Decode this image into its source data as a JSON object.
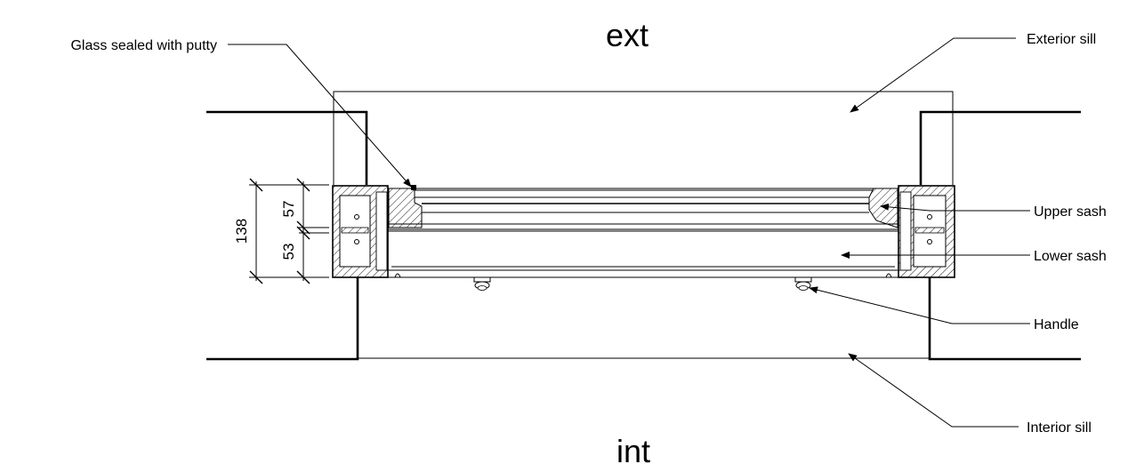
{
  "drawing": {
    "side_top": "ext",
    "side_bottom": "int",
    "labels": {
      "glass": "Glass sealed with putty",
      "exterior_sill": "Exterior sill",
      "upper_sash": "Upper sash",
      "lower_sash": "Lower sash",
      "handle": "Handle",
      "interior_sill": "Interior sill"
    },
    "dimensions": {
      "total": "138",
      "upper": "57",
      "lower": "53"
    }
  },
  "colors": {
    "line": "#000000",
    "background": "#ffffff"
  }
}
